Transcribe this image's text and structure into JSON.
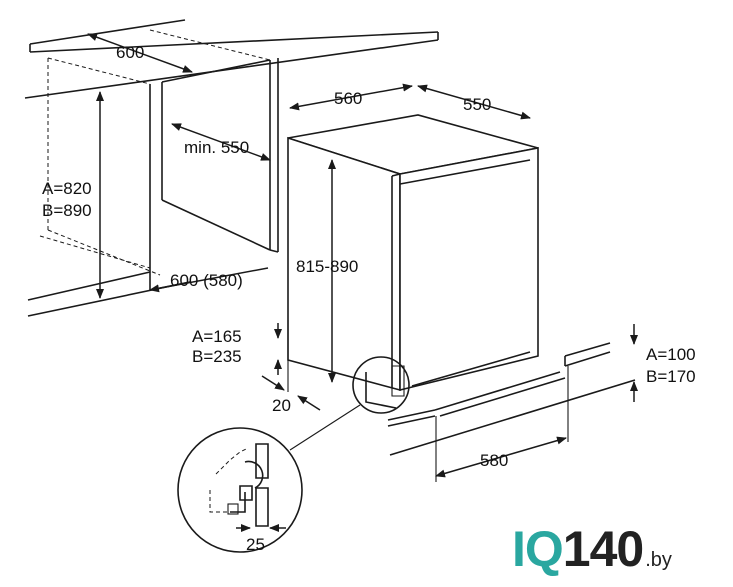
{
  "dimensions": {
    "niche_depth": "600",
    "appliance_width": "560",
    "appliance_depth": "550",
    "min_depth": "min. 550",
    "niche_height": [
      "A=820",
      "B=890"
    ],
    "appliance_height": "815-890",
    "niche_width": "600 (580)",
    "plinth_height_left": [
      "A=165",
      "B=235"
    ],
    "side_gap": "20",
    "plinth_height_right": [
      "A=100",
      "B=170"
    ],
    "plinth_depth": "580",
    "door_offset": "25"
  },
  "brand": {
    "logo_iq": "IQ",
    "logo_number": "140",
    "logo_domain": ".by",
    "iq_color": "#2aa7a0"
  }
}
